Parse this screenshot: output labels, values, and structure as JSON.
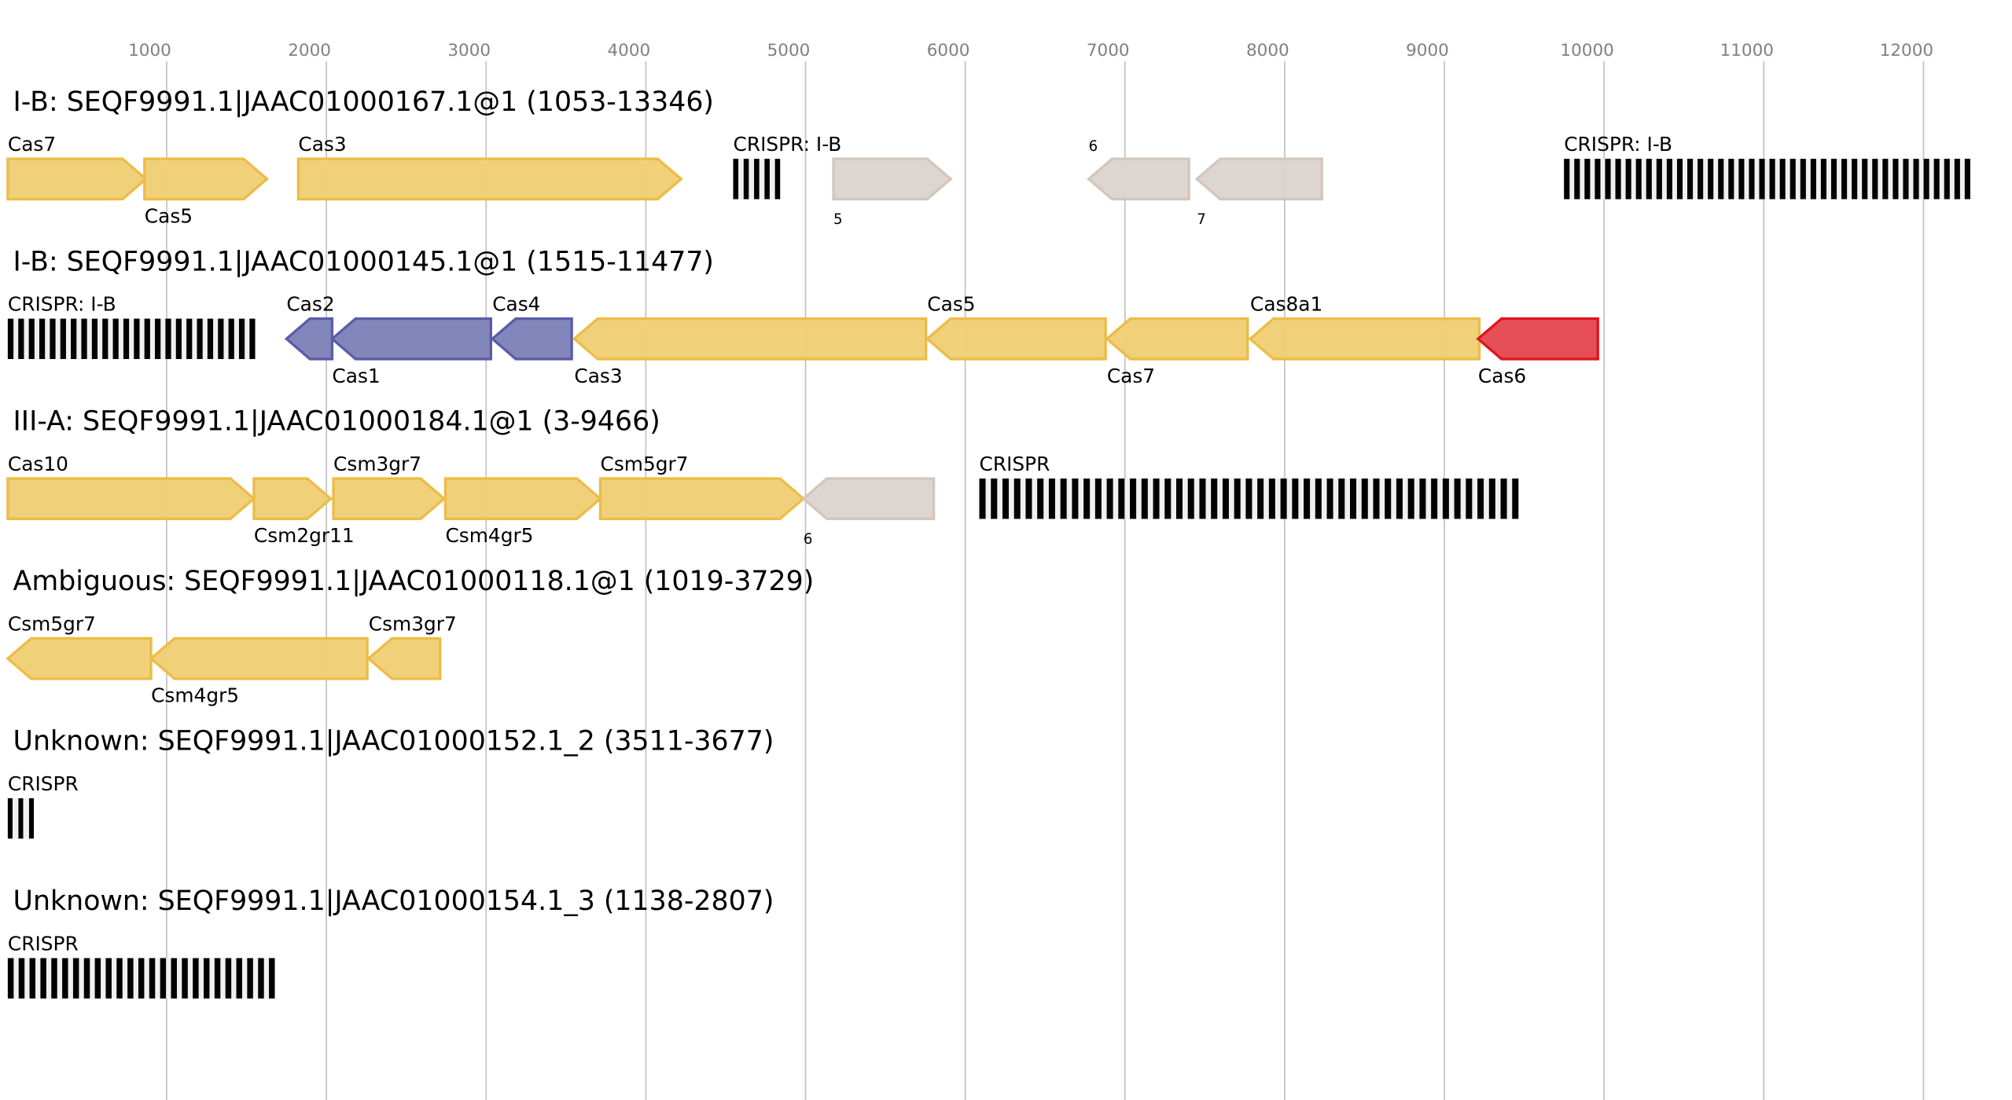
{
  "chart_data": {
    "type": "gene-cluster-diagram",
    "axis": {
      "ticks": [
        1000,
        2000,
        3000,
        4000,
        5000,
        6000,
        7000,
        8000,
        9000,
        10000,
        11000,
        12000
      ],
      "range": [
        0,
        12600
      ],
      "grid": true
    },
    "colors": {
      "yellow": {
        "fill": "#f0cd73",
        "stroke": "#ecbc47"
      },
      "gray": {
        "fill": "#dbd3ce",
        "stroke": "#d2c6bd"
      },
      "blue": {
        "fill": "#7c7fb6",
        "stroke": "#5a5ca8"
      },
      "red": {
        "fill": "#e5444f",
        "stroke": "#e0141f"
      },
      "crispr_bar": "#000000",
      "crispr_bg": "#f0f0f0",
      "grid": "#c0c0c0",
      "tick": "#808080"
    },
    "tracks": [
      {
        "title": "I-B: SEQF9991.1|JAAC01000167.1@1 (1053-13346)",
        "features": [
          {
            "type": "gene",
            "label": "Cas7",
            "start": 5,
            "end": 870,
            "strand": "+",
            "color": "yellow",
            "label_pos": "above"
          },
          {
            "type": "gene",
            "label": "Cas5",
            "start": 861,
            "end": 1628,
            "strand": "+",
            "color": "yellow",
            "label_pos": "below"
          },
          {
            "type": "gene",
            "label": "Cas3",
            "start": 1824,
            "end": 4221,
            "strand": "+",
            "color": "yellow",
            "label_pos": "above"
          },
          {
            "type": "crispr",
            "label": "CRISPR: I-B",
            "start": 4547,
            "end": 4841,
            "repeats": 5,
            "label_pos": "above"
          },
          {
            "type": "gene",
            "label": "5",
            "start": 5175,
            "end": 5909,
            "strand": "+",
            "color": "gray",
            "label_pos": "below",
            "small": true
          },
          {
            "type": "gene",
            "label": "6",
            "start": 6773,
            "end": 7401,
            "strand": "-",
            "color": "gray",
            "label_pos": "above",
            "small": true
          },
          {
            "type": "gene",
            "label": "7",
            "start": 7450,
            "end": 8233,
            "strand": "-",
            "color": "gray",
            "label_pos": "below",
            "small": true
          },
          {
            "type": "crispr",
            "label": "CRISPR: I-B",
            "start": 9749,
            "end": 12293,
            "repeats": 40,
            "label_pos": "above"
          }
        ]
      },
      {
        "title": "I-B: SEQF9991.1|JAAC01000145.1@1 (1515-11477)",
        "features": [
          {
            "type": "crispr",
            "label": "CRISPR: I-B",
            "start": 5,
            "end": 1554,
            "repeats": 24,
            "label_pos": "above"
          },
          {
            "type": "gene",
            "label": "Cas2",
            "start": 1750,
            "end": 2036,
            "strand": "-",
            "color": "blue",
            "label_pos": "above"
          },
          {
            "type": "gene",
            "label": "Cas1",
            "start": 2036,
            "end": 3030,
            "strand": "-",
            "color": "blue",
            "label_pos": "below"
          },
          {
            "type": "gene",
            "label": "Cas4",
            "start": 3039,
            "end": 3536,
            "strand": "-",
            "color": "blue",
            "label_pos": "above"
          },
          {
            "type": "gene",
            "label": "Cas3",
            "start": 3552,
            "end": 5754,
            "strand": "-",
            "color": "yellow",
            "label_pos": "below"
          },
          {
            "type": "gene",
            "label": "Cas5",
            "start": 5762,
            "end": 6879,
            "strand": "-",
            "color": "yellow",
            "label_pos": "above"
          },
          {
            "type": "gene",
            "label": "Cas7",
            "start": 6887,
            "end": 7768,
            "strand": "-",
            "color": "yellow",
            "label_pos": "below"
          },
          {
            "type": "gene",
            "label": "Cas8a1",
            "start": 7784,
            "end": 9219,
            "strand": "-",
            "color": "yellow",
            "label_pos": "above"
          },
          {
            "type": "gene",
            "label": "Cas6",
            "start": 9211,
            "end": 9961,
            "strand": "-",
            "color": "red",
            "label_pos": "below"
          }
        ]
      },
      {
        "title": "III-A: SEQF9991.1|JAAC01000184.1@1 (3-9466)",
        "features": [
          {
            "type": "gene",
            "label": "Cas10",
            "start": 5,
            "end": 1546,
            "strand": "+",
            "color": "yellow",
            "label_pos": "above"
          },
          {
            "type": "gene",
            "label": "Csm2gr11",
            "start": 1546,
            "end": 2027,
            "strand": "+",
            "color": "yellow",
            "label_pos": "below"
          },
          {
            "type": "gene",
            "label": "Csm3gr7",
            "start": 2044,
            "end": 2737,
            "strand": "+",
            "color": "yellow",
            "label_pos": "above"
          },
          {
            "type": "gene",
            "label": "Csm4gr5",
            "start": 2745,
            "end": 3715,
            "strand": "+",
            "color": "yellow",
            "label_pos": "below"
          },
          {
            "type": "gene",
            "label": "Csm5gr7",
            "start": 3715,
            "end": 4987,
            "strand": "+",
            "color": "yellow",
            "label_pos": "above"
          },
          {
            "type": "gene",
            "label": "6",
            "start": 4987,
            "end": 5803,
            "strand": "-",
            "color": "gray",
            "label_pos": "below",
            "small": true
          },
          {
            "type": "crispr",
            "label": "CRISPR",
            "start": 6088,
            "end": 9464,
            "repeats": 47,
            "label_pos": "above"
          }
        ]
      },
      {
        "title": "Ambiguous: SEQF9991.1|JAAC01000118.1@1 (1019-3729)",
        "features": [
          {
            "type": "gene",
            "label": "Csm5gr7",
            "start": 5,
            "end": 902,
            "strand": "-",
            "color": "yellow",
            "label_pos": "above"
          },
          {
            "type": "gene",
            "label": "Csm4gr5",
            "start": 902,
            "end": 2256,
            "strand": "-",
            "color": "yellow",
            "label_pos": "below"
          },
          {
            "type": "gene",
            "label": "Csm3gr7",
            "start": 2264,
            "end": 2712,
            "strand": "-",
            "color": "yellow",
            "label_pos": "above"
          }
        ]
      },
      {
        "title": "Unknown: SEQF9991.1|JAAC01000152.1_2 (3511-3677)",
        "features": [
          {
            "type": "crispr",
            "label": "CRISPR",
            "start": 5,
            "end": 168,
            "repeats": 3,
            "label_pos": "above"
          }
        ]
      },
      {
        "title": "Unknown: SEQF9991.1|JAAC01000154.1_3 (1138-2807)",
        "features": [
          {
            "type": "crispr",
            "label": "CRISPR",
            "start": 5,
            "end": 1677,
            "repeats": 25,
            "label_pos": "above"
          }
        ]
      }
    ]
  }
}
